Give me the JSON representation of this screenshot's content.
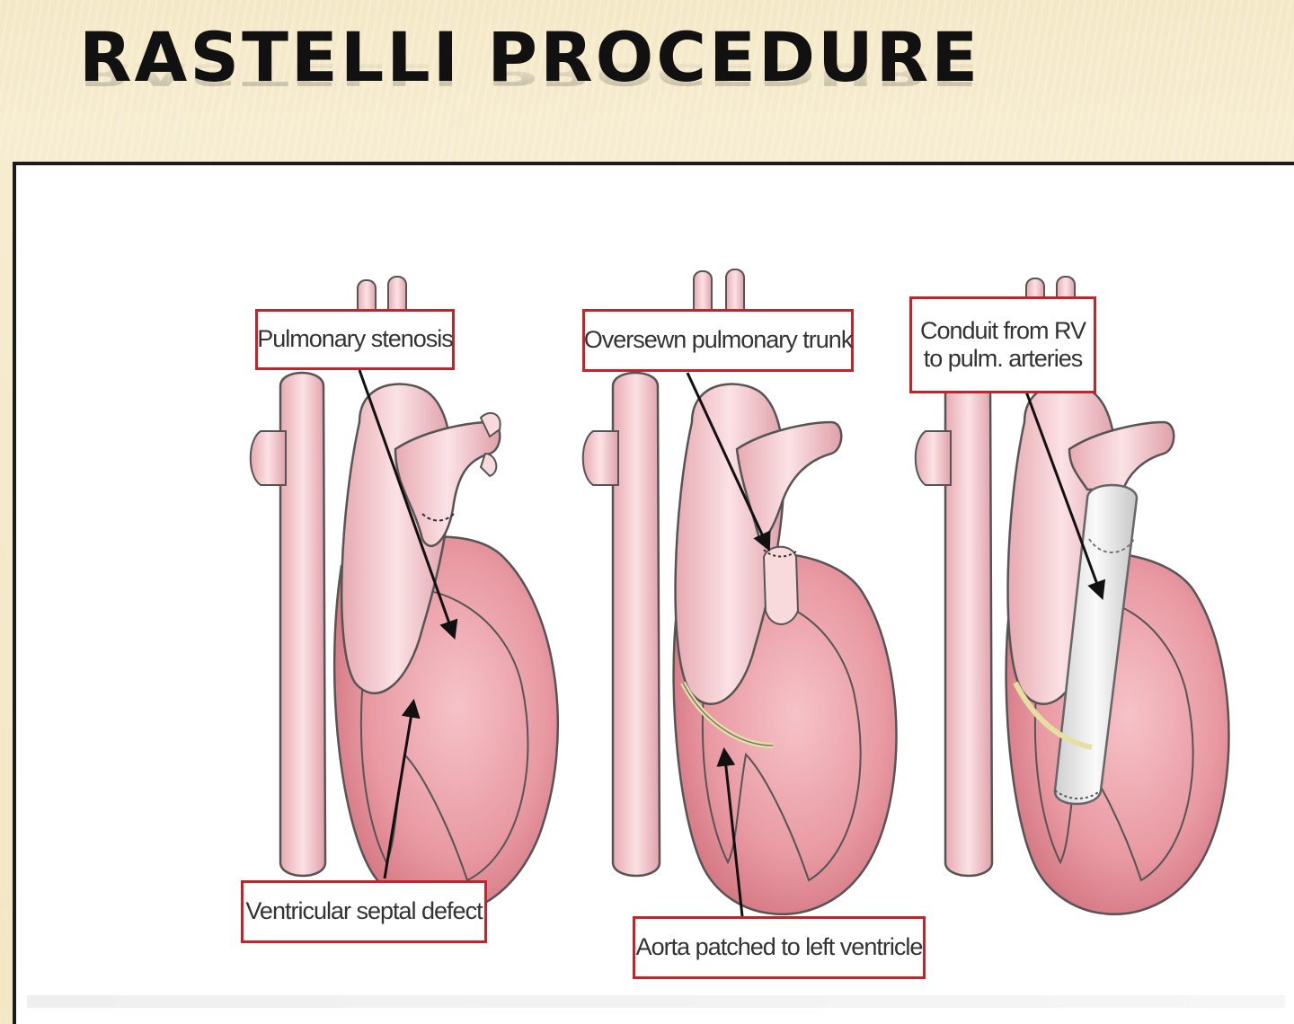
{
  "slide": {
    "title": "RASTELLI PROCEDURE"
  },
  "labels": {
    "pulmonary_stenosis": "Pulmonary stenosis",
    "ventricular_septal_defect": "Ventricular septal defect",
    "oversewn_pulmonary_trunk": "Oversewn pulmonary trunk",
    "aorta_patched": "Aorta patched to left ventricle",
    "conduit_line1": "Conduit from RV",
    "conduit_line2": "to pulm. arteries"
  },
  "colors": {
    "label_border": "#c4232a",
    "heart_fill": "#e79aa3",
    "vessel_fill": "#f6d0d4",
    "conduit_fill": "#ececec"
  }
}
